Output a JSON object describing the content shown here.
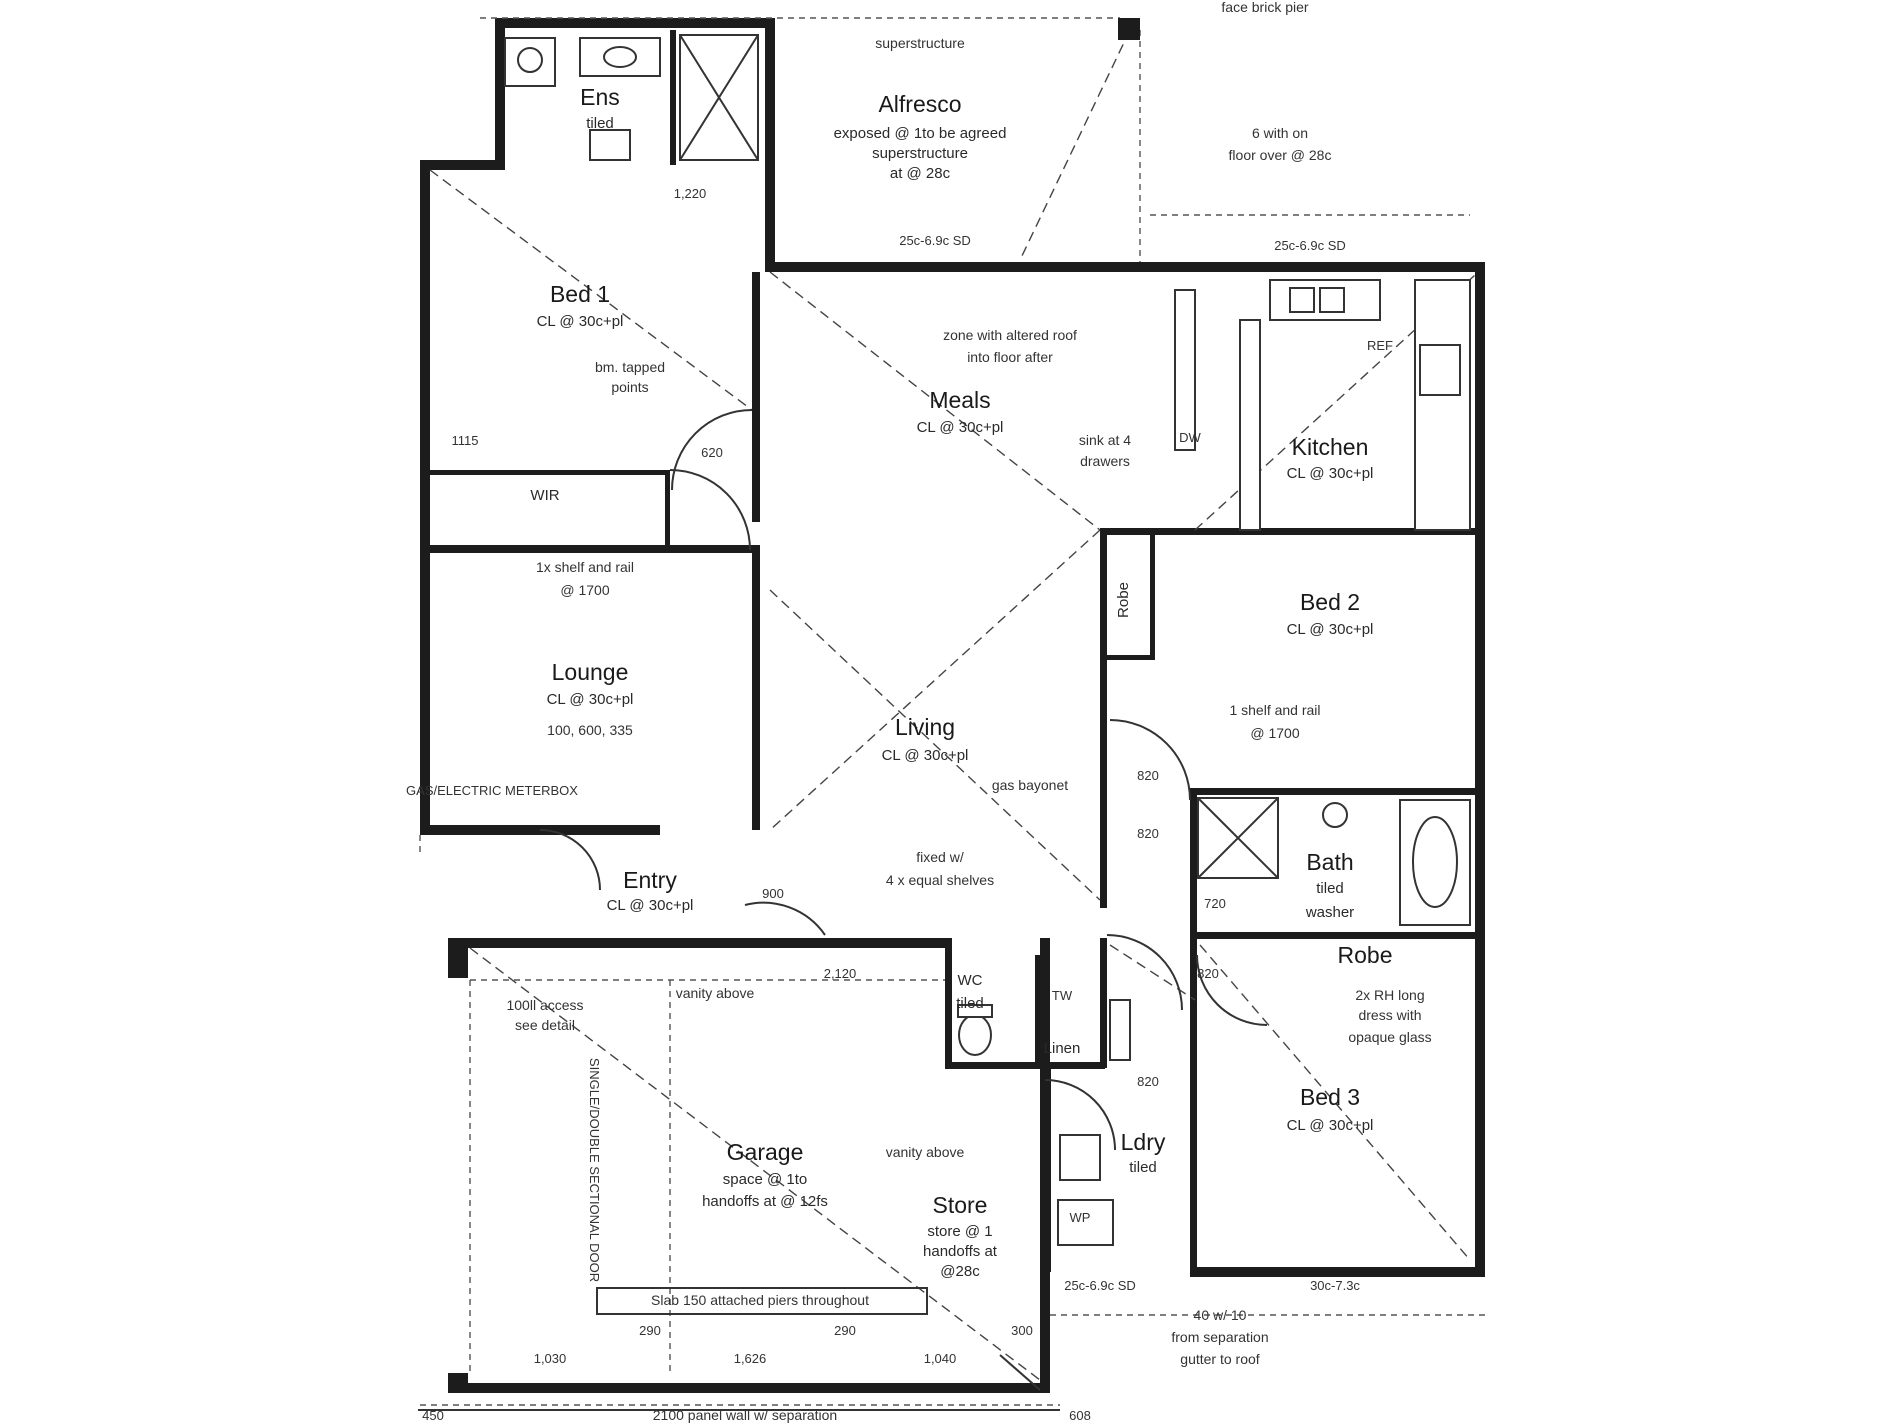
{
  "rooms": {
    "alfresco": {
      "name": "Alfresco",
      "sub1": "exposed @ 1to be agreed",
      "sub2": "superstructure",
      "sub3": "at @ 28c"
    },
    "ens": {
      "name": "Ens",
      "sub": "tiled"
    },
    "bed1": {
      "name": "Bed 1",
      "sub": "CL @ 30c+pl"
    },
    "meals": {
      "name": "Meals",
      "sub": "CL @ 30c+pl"
    },
    "kitchen": {
      "name": "Kitchen",
      "sub": "CL @ 30c+pl"
    },
    "bed2": {
      "name": "Bed 2",
      "sub": "CL @ 30c+pl"
    },
    "lounge": {
      "name": "Lounge",
      "sub": "CL @ 30c+pl"
    },
    "living": {
      "name": "Living",
      "sub": "CL @ 30c+pl"
    },
    "entry": {
      "name": "Entry",
      "sub": "CL @ 30c+pl"
    },
    "bath": {
      "name": "Bath",
      "sub1": "tiled",
      "sub2": "washer"
    },
    "bed3": {
      "name": "Bed 3",
      "sub": "CL @ 30c+pl"
    },
    "garage": {
      "name": "Garage",
      "sub1": "space @ 1to",
      "sub2": "handoffs at @ 12fs"
    },
    "store": {
      "name": "Store",
      "sub1": "store @ 1",
      "sub2": "handoffs at",
      "sub3": "@28c"
    },
    "ldry": {
      "name": "Ldry",
      "sub": "tiled"
    },
    "wc": {
      "name": "WC",
      "sub": "tiled"
    },
    "robe": {
      "name": "Robe"
    },
    "robe2": {
      "name": "Robe"
    },
    "linen": {
      "name": "Linen"
    },
    "wir": {
      "name": "WIR"
    }
  },
  "notes": {
    "alfresco_top": "superstructure",
    "wall_top_right": "face brick pier",
    "meals_note1": "zone with altered roof",
    "meals_note2": "into floor after",
    "bed1_note1": "bm. tapped",
    "bed1_note2": "points",
    "lounge_shelf1": "1x shelf and rail",
    "lounge_shelf2": "@ 1700",
    "bed2_note1": "1 shelf and rail",
    "bed2_note2": "@ 1700",
    "gas_bayonet": "gas bayonet",
    "entry_shelves1": "fixed w/",
    "entry_shelves2": "4 x equal shelves",
    "meter_box": "GAS/ELECTRIC METERBOX",
    "garage_access1": "100ll access",
    "garage_access2": "see detail",
    "vanity": "vanity above",
    "vanity2": "vanity above",
    "sectional_door": "SINGLE/DOUBLE SECTIONAL DOOR",
    "attached_pier": "Slab 150 attached piers throughout",
    "bottom_wall": "2100 panel wall w/ separation",
    "bed3_note1": "2x RH long",
    "bed3_note2": "dress with",
    "bed3_note3": "opaque glass",
    "kitchen_note1": "sink at 4",
    "kitchen_note2": "drawers",
    "right_note1": "40 w/ 10",
    "right_note2": "from separation",
    "right_note3": "gutter to roof",
    "top_note1": "6 with on",
    "top_note2": "floor over @ 28c",
    "lounge_dims": "100, 600, 335"
  },
  "dims": {
    "d1220": "1,220",
    "d25x": "25c-6.9c SD",
    "d25x2": "25c-6.9c SD",
    "d2120": "2,120",
    "d1030": "1,030",
    "d1626": "1,626",
    "d1040": "1,040",
    "d200a": "290",
    "d200b": "290",
    "d300": "300",
    "d900": "900",
    "d820a": "820",
    "d820b": "820",
    "d820c": "820",
    "d820d": "820",
    "d620": "620",
    "d720": "720",
    "d450": "450",
    "d608": "608",
    "d1115": "1115",
    "d30c": "30c-7.3c",
    "d25sd": "25c-6.9c SD"
  },
  "labels": {
    "wp": "WP",
    "tw": "TW",
    "ref": "REF",
    "dw": "DW"
  }
}
